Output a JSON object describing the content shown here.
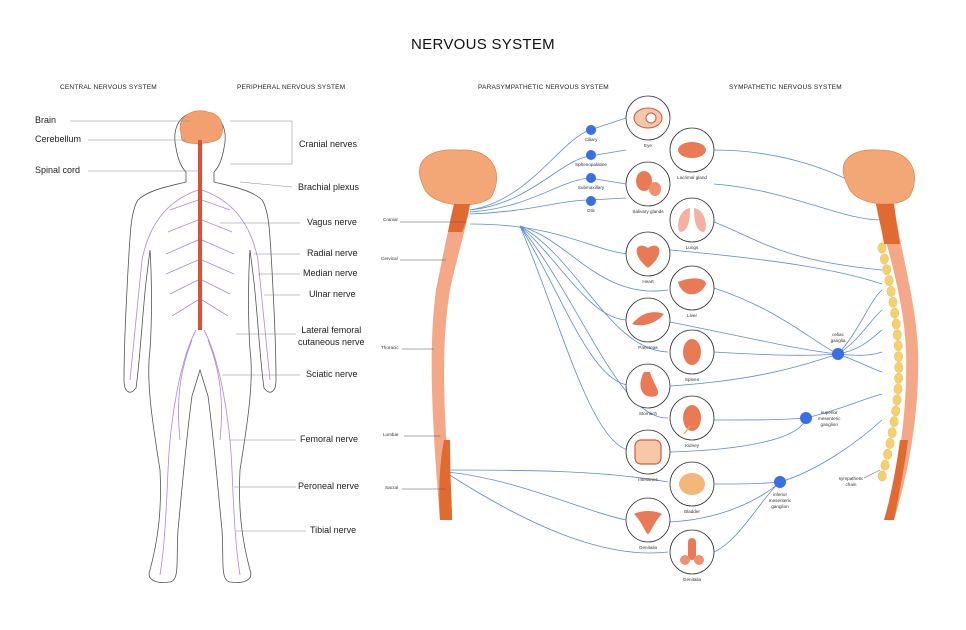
{
  "title": "NERVOUS SYSTEM",
  "sections": {
    "central": "CENTRAL NERVOUS SYSTEM",
    "peripheral": "PERIPHERAL NERVOUS SYSTEM",
    "parasympathetic": "PARASYMPATHETIC NERVOUS SYSTEM",
    "sympathetic": "SYMPATHETIC NERVOUS SYSTEM"
  },
  "body_labels_left": [
    "Brain",
    "Cerebellum",
    "Spinal cord"
  ],
  "body_labels_right": [
    "Cranial nerves",
    "Brachial plexus",
    "Vagus nerve",
    "Radial nerve",
    "Median nerve",
    "Ulnar nerve",
    "Lateral femoral\ncutaneous nerve",
    "Sciatic nerve",
    "Femoral nerve",
    "Peroneal nerve",
    "Tibial nerve"
  ],
  "spine_regions": [
    "Cranial",
    "Cervical",
    "Thoracic",
    "Lumbar",
    "Sacral"
  ],
  "para_ganglia": [
    "Ciliary",
    "Sphenopalatine",
    "Submaxillary",
    "Otic"
  ],
  "organs": [
    "Eye",
    "Lacrimal gland",
    "Salivary glands",
    "Lungs",
    "Heart",
    "Liver",
    "Pancreas",
    "Spleen",
    "Stomach",
    "Kidney",
    "Intestines",
    "Bladder",
    "Genitalia",
    "Genitalia"
  ],
  "symp_ganglia": [
    "celiac\nganglia",
    "superior\nmesenteric\nganglion",
    "inferior\nmesenteric\nganglion"
  ],
  "sympathetic_chain": "sympathetic\nchain",
  "colors": {
    "nerve_blue": "#4a7fd4",
    "ganglion_blue": "#3a6ee8",
    "brain_orange": "#f0a070",
    "spine_dark": "#e06a30",
    "spine_light": "#f4a888",
    "chain_yellow": "#f4d070",
    "body_nerve_purple": "#a070e0",
    "spinal_cord_red": "#e05030"
  }
}
